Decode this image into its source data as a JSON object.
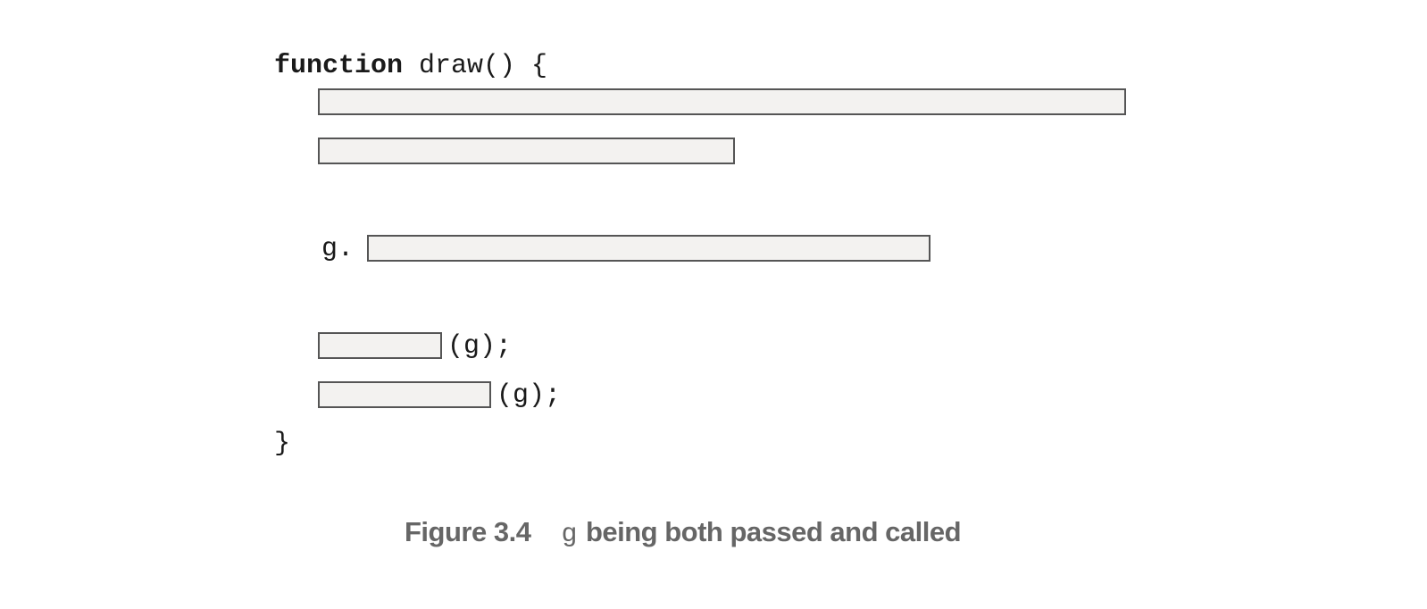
{
  "code": {
    "line1_keyword": "function",
    "line1_rest": " draw() {",
    "line4_prefix": "g.",
    "line5_suffix": "(g);",
    "line6_suffix": "(g);",
    "closing_brace": "}"
  },
  "caption": {
    "label": "Figure 3.4",
    "code_term": "g",
    "text": "being both passed and called"
  }
}
